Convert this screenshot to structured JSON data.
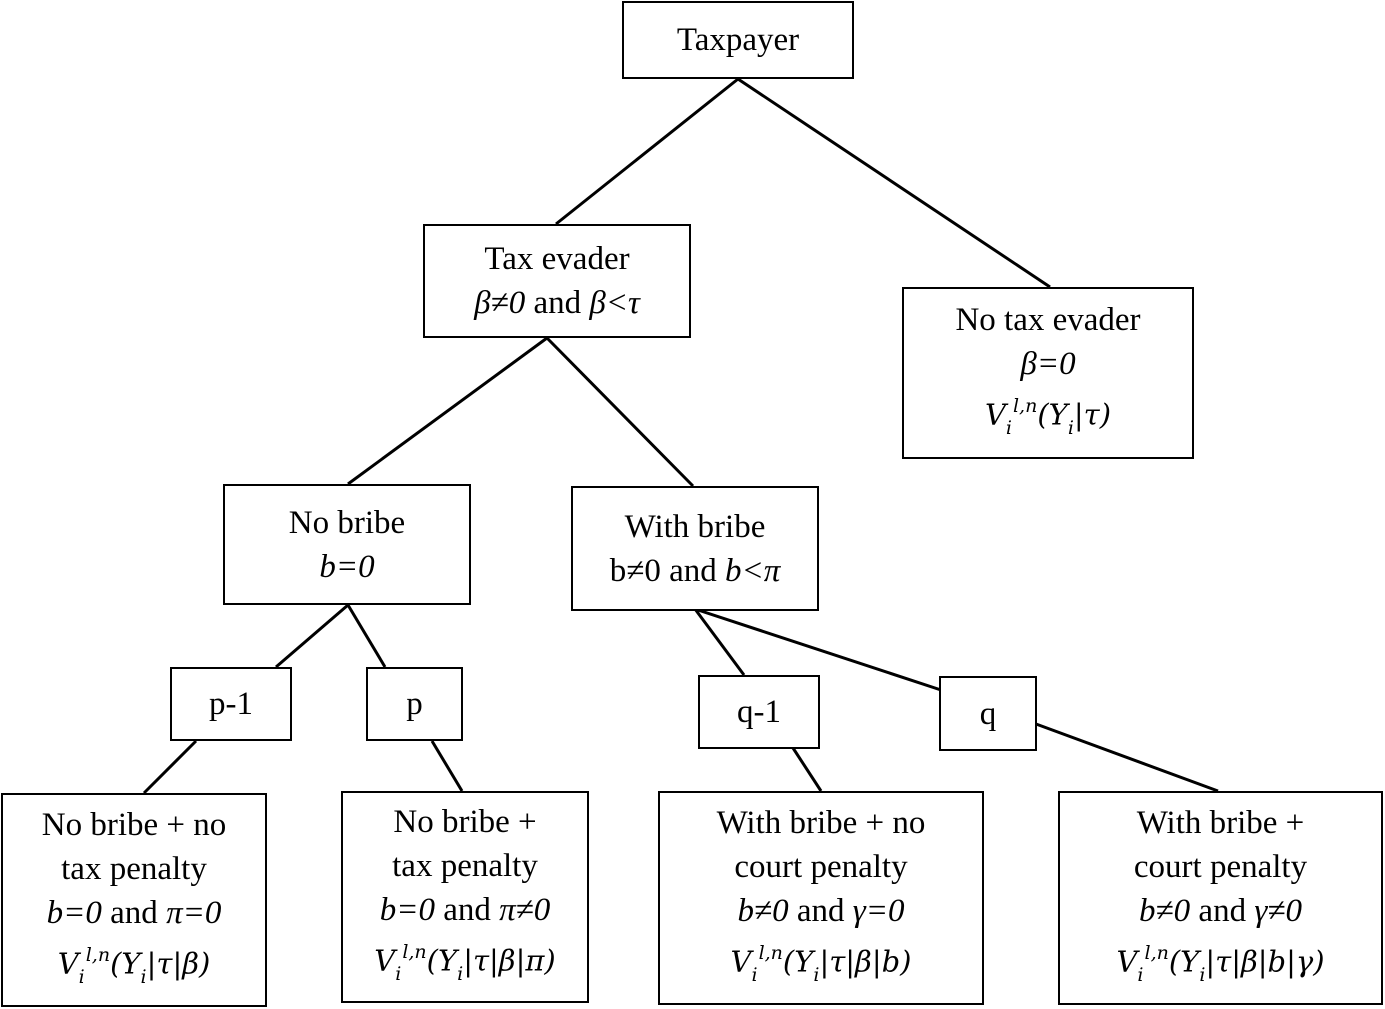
{
  "nodes": {
    "taxpayer": {
      "title": "Taxpayer"
    },
    "tax_evader": {
      "title": "Tax evader",
      "condition_a": "β≠0",
      "condition_joiner": "and",
      "condition_b": "β<τ"
    },
    "no_tax_evader": {
      "title": "No tax evader",
      "condition": "β=0",
      "formula": {
        "symbol": "V",
        "sup": "l,n",
        "sub": "i",
        "args": "(Y",
        "args_sub": "i",
        "args_rest": "|τ)"
      }
    },
    "no_bribe": {
      "title": "No bribe",
      "condition": "b=0"
    },
    "with_bribe": {
      "title": "With bribe",
      "condition_a": "b≠0",
      "condition_joiner": "and",
      "condition_b": "b<π"
    },
    "p_minus_1": {
      "label": "p-1"
    },
    "p": {
      "label": "p"
    },
    "q_minus_1": {
      "label": "q-1"
    },
    "q": {
      "label": "q"
    },
    "leaf_no_bribe_no_penalty": {
      "line1": "No bribe + no",
      "line2": "tax penalty",
      "cond_a": "b=0",
      "cond_joiner": "and",
      "cond_b": "π=0",
      "formula": {
        "symbol": "V",
        "sup": "l,n",
        "sub": "i",
        "args": "(Y",
        "args_sub": "i",
        "args_rest": "|τ|β)"
      }
    },
    "leaf_no_bribe_penalty": {
      "line1": "No bribe +",
      "line2": "tax penalty",
      "cond_a": "b=0",
      "cond_joiner": "and",
      "cond_b": "π≠0",
      "formula": {
        "symbol": "V",
        "sup": "l,n",
        "sub": "i",
        "args": "(Y",
        "args_sub": "i",
        "args_rest": "|τ|β|π)"
      }
    },
    "leaf_bribe_no_court": {
      "line1": "With bribe + no",
      "line2": "court penalty",
      "cond_a": "b≠0",
      "cond_joiner": "and",
      "cond_b": "γ=0",
      "formula": {
        "symbol": "V",
        "sup": "l,n",
        "sub": "i",
        "args": "(Y",
        "args_sub": "i",
        "args_rest": "|τ|β|b)"
      }
    },
    "leaf_bribe_court": {
      "line1": "With bribe +",
      "line2": "court penalty",
      "cond_a": "b≠0",
      "cond_joiner": "and",
      "cond_b": "γ≠0",
      "formula": {
        "symbol": "V",
        "sup": "l,n",
        "sub": "i",
        "args": "(Y",
        "args_sub": "i",
        "args_rest": "|τ|β|b|γ)"
      }
    }
  }
}
